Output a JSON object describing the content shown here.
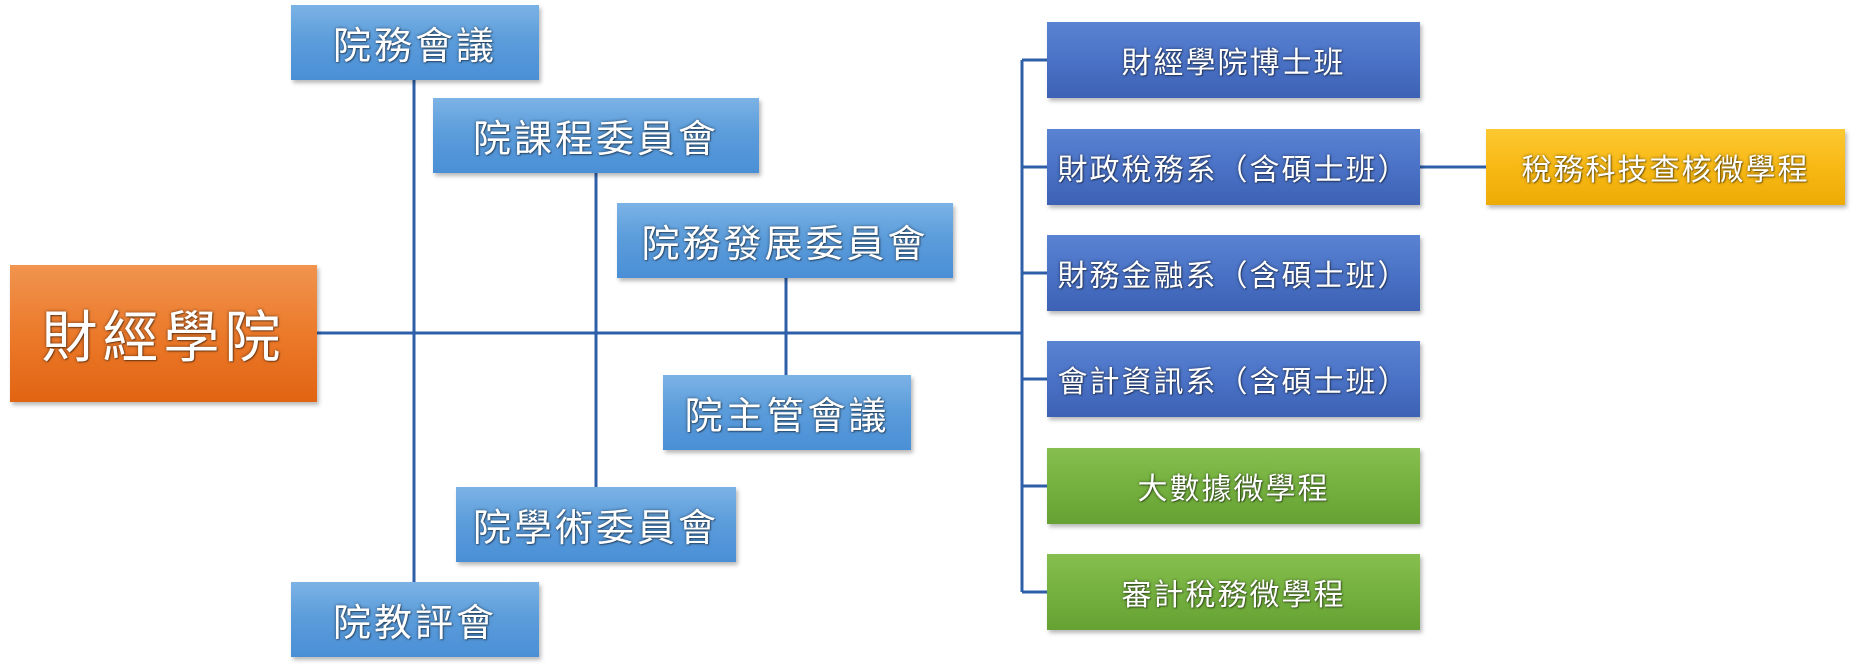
{
  "root": {
    "label": "財經學院",
    "color": "#ec7a2b"
  },
  "committees": [
    {
      "label": "院務會議"
    },
    {
      "label": "院課程委員會"
    },
    {
      "label": "院務發展委員會"
    },
    {
      "label": "院主管會議"
    },
    {
      "label": "院學術委員會"
    },
    {
      "label": "院教評會"
    }
  ],
  "units": [
    {
      "label": "財經學院博士班",
      "kind": "program"
    },
    {
      "label": "財政稅務系（含碩士班）",
      "kind": "department"
    },
    {
      "label": "財務金融系（含碩士班）",
      "kind": "department"
    },
    {
      "label": "會計資訊系（含碩士班）",
      "kind": "department"
    },
    {
      "label": "大數據微學程",
      "kind": "micro-program"
    },
    {
      "label": "審計稅務微學程",
      "kind": "micro-program"
    }
  ],
  "sub_unit": {
    "label": "稅務科技查核微學程",
    "parent": "財政稅務系（含碩士班）"
  },
  "colors": {
    "committee": "#5c9ddb",
    "department": "#4a72c6",
    "micro_program": "#75b13f",
    "sub_unit": "#f8b915",
    "connector": "#2e5fa8"
  }
}
